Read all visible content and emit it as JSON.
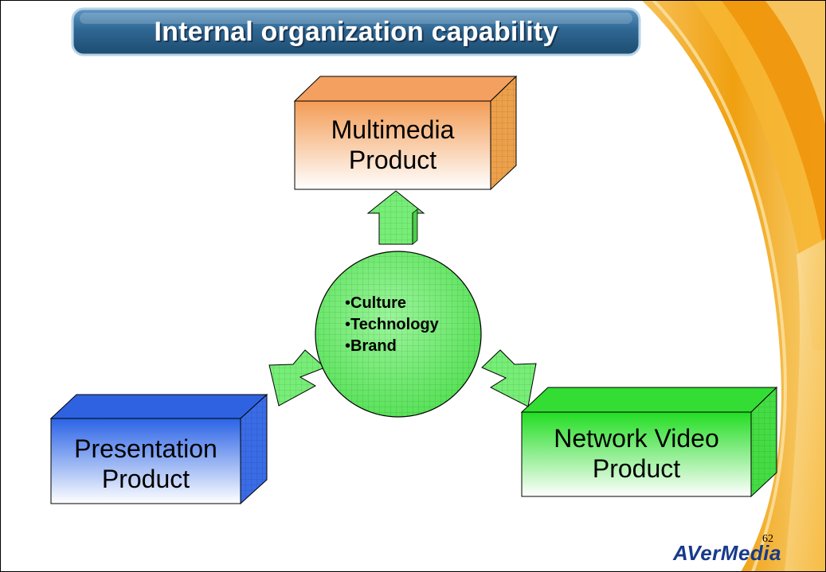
{
  "title": "Internal organization capability",
  "hub": {
    "bullet_char": "•",
    "items": [
      "Culture",
      "Technology",
      "Brand"
    ]
  },
  "boxes": {
    "multimedia": {
      "line1": "Multimedia",
      "line2": "Product"
    },
    "presentation": {
      "line1": "Presentation",
      "line2": "Product"
    },
    "network": {
      "line1": "Network Video",
      "line2": "Product"
    }
  },
  "page_number": "62",
  "logo": "AVerMedia",
  "colors": {
    "title_banner": "#2f6793",
    "multimedia_box": "#f39c55",
    "presentation_box": "#2a63e6",
    "network_box": "#33dd33",
    "hub_circle": "#66ee66",
    "arrows": "#77ee77",
    "background_swoosh": "#f2a315",
    "logo": "#173a8a"
  }
}
